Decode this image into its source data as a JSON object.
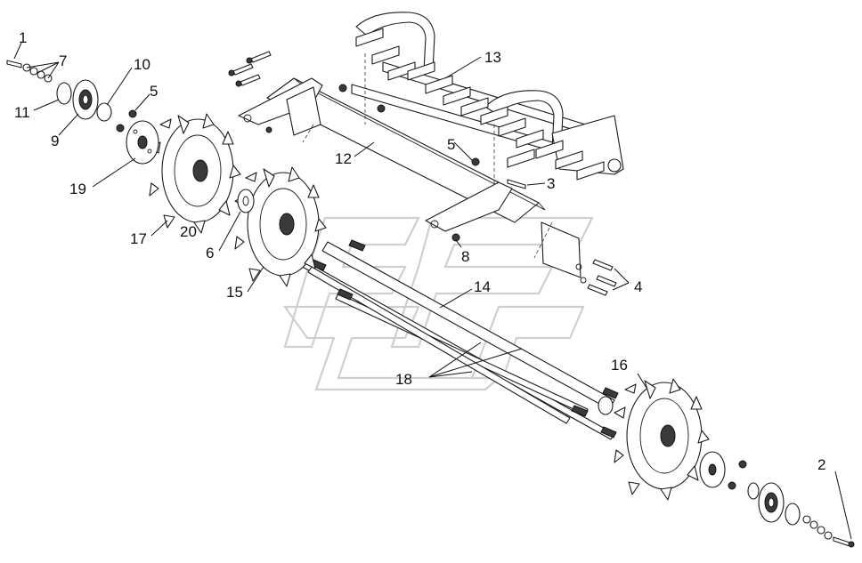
{
  "callouts": [
    {
      "id": "c1",
      "text": "1"
    },
    {
      "id": "c2",
      "text": "2"
    },
    {
      "id": "c3",
      "text": "3"
    },
    {
      "id": "c4",
      "text": "4"
    },
    {
      "id": "c5a",
      "text": "5"
    },
    {
      "id": "c5b",
      "text": "5"
    },
    {
      "id": "c6",
      "text": "6"
    },
    {
      "id": "c7",
      "text": "7"
    },
    {
      "id": "c8",
      "text": "8"
    },
    {
      "id": "c9",
      "text": "9"
    },
    {
      "id": "c10",
      "text": "10"
    },
    {
      "id": "c11",
      "text": "11"
    },
    {
      "id": "c12",
      "text": "12"
    },
    {
      "id": "c13",
      "text": "13"
    },
    {
      "id": "c14",
      "text": "14"
    },
    {
      "id": "c15",
      "text": "15"
    },
    {
      "id": "c16",
      "text": "16"
    },
    {
      "id": "c17",
      "text": "17"
    },
    {
      "id": "c18",
      "text": "18"
    },
    {
      "id": "c19",
      "text": "19"
    },
    {
      "id": "c20",
      "text": "20"
    }
  ]
}
